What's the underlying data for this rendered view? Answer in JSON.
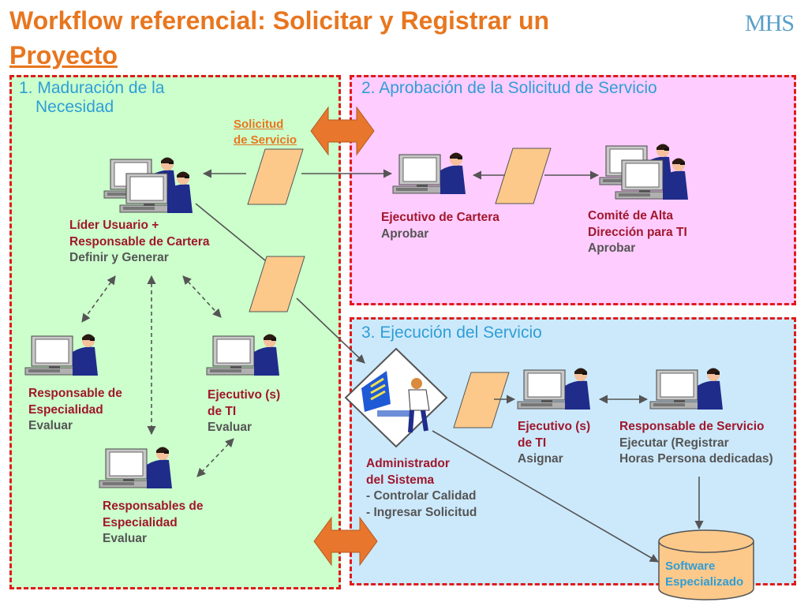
{
  "title": {
    "line1": "Workflow referencial: Solicitar y Registrar un",
    "line2": "Proyecto"
  },
  "logo": "MHS",
  "panels": {
    "maduracion": {
      "title_line1": "1. Maduración de la",
      "title_line2": "Necesidad"
    },
    "aprobacion": {
      "title": "2. Aprobación de la Solicitud de Servicio"
    },
    "ejecucion": {
      "title": "3. Ejecución del Servicio"
    }
  },
  "document_label": {
    "line1": "Solicitud",
    "line2": "de Servicio"
  },
  "roles": {
    "lider": {
      "name_line1": "Líder Usuario +",
      "name_line2": "Responsable de Cartera",
      "action": "Definir y Generar"
    },
    "resp_especialidad": {
      "name_line1": "Responsable de",
      "name_line2": "Especialidad",
      "action": "Evaluar"
    },
    "ejecutivo_ti_1": {
      "name_line1": "Ejecutivo (s)",
      "name_line2": "de TI",
      "action": "Evaluar"
    },
    "resp_especialidades": {
      "name_line1": "Responsables de",
      "name_line2": "Especialidad",
      "action": "Evaluar"
    },
    "ejecutivo_cartera": {
      "name": "Ejecutivo de Cartera",
      "action": "Aprobar"
    },
    "comite": {
      "name_line1": "Comité de Alta",
      "name_line2": "Dirección para TI",
      "action": "Aprobar"
    },
    "administrador": {
      "name_line1": "Administrador",
      "name_line2": "del Sistema",
      "action1": "- Controlar Calidad",
      "action2": "- Ingresar Solicitud"
    },
    "ejecutivo_ti_2": {
      "name_line1": "Ejecutivo (s)",
      "name_line2": "de TI",
      "action": "Asignar"
    },
    "resp_servicio": {
      "name": "Responsable de Servicio",
      "action1": "Ejecutar (Registrar",
      "action2": "Horas Persona dedicadas)"
    }
  },
  "software": {
    "line1": "Software",
    "line2": "Especializado"
  },
  "colors": {
    "title": "#e8761f",
    "panel_border": "#e01b1b",
    "panel1": "#ccffcc",
    "panel2": "#ffccff",
    "panel3": "#cce9fb",
    "panel_title": "#2f9ed6",
    "role_name": "#a0172c",
    "role_action": "#555555",
    "document": "#fcc98a",
    "double_arrow": "#e8762d"
  }
}
